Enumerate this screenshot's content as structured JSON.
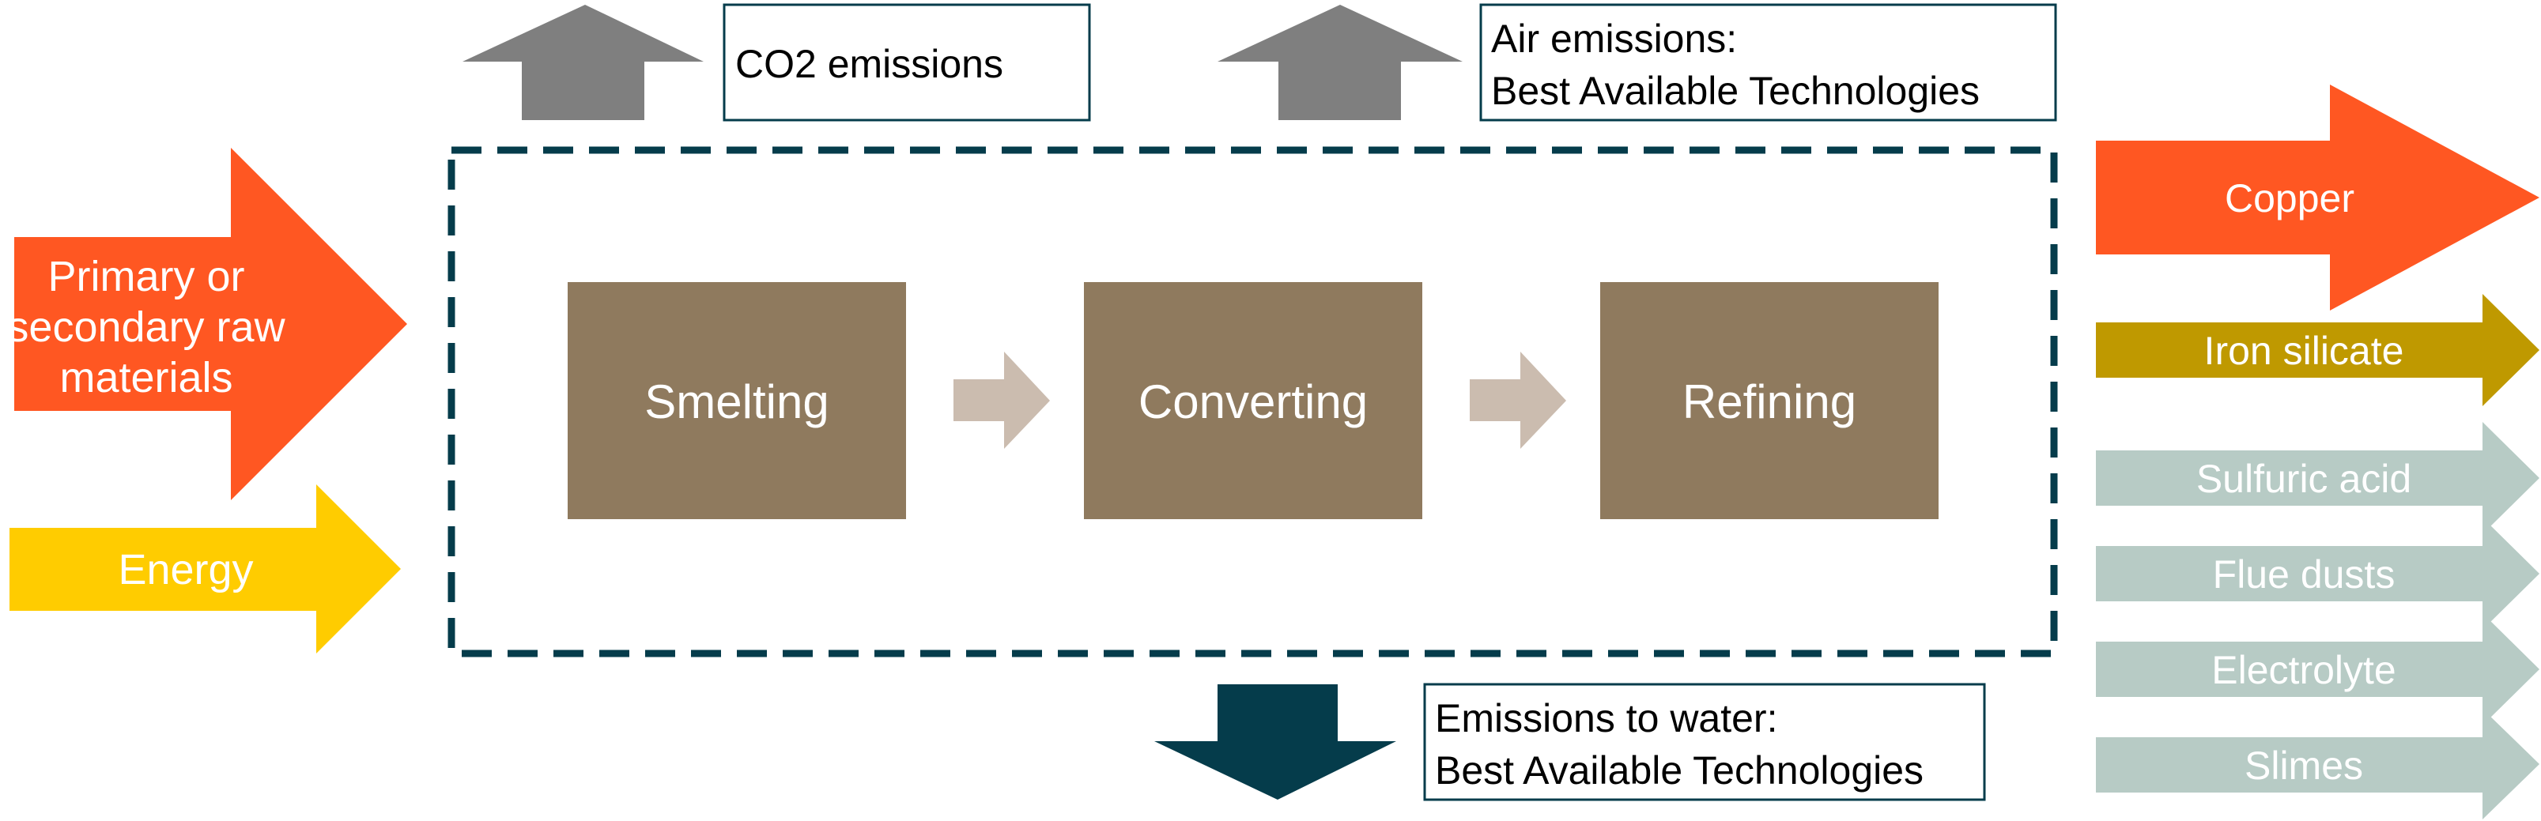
{
  "inputs": {
    "raw_materials": {
      "line1": "Primary or",
      "line2": "secondary raw",
      "line3": "materials",
      "color": "#FF5722"
    },
    "energy": {
      "label": "Energy",
      "color": "#FFCC00"
    }
  },
  "process": {
    "steps": [
      {
        "label": "Smelting"
      },
      {
        "label": "Converting"
      },
      {
        "label": "Refining"
      }
    ],
    "step_color": "#8F7A5E",
    "connector_color": "#CBBCAF",
    "boundary_color": "#053C4B"
  },
  "emissions": {
    "co2": {
      "label": "CO2 emissions",
      "arrow_color": "#7F7F7F"
    },
    "air": {
      "line1": "Air emissions:",
      "line2": "Best Available Technologies",
      "arrow_color": "#7F7F7F"
    },
    "water": {
      "line1": "Emissions to water:",
      "line2": "Best Available Technologies",
      "arrow_color": "#053C4B"
    },
    "box_border_color": "#053C4B"
  },
  "outputs": {
    "copper": {
      "label": "Copper",
      "color": "#FF5722"
    },
    "iron_silicate": {
      "label": "Iron silicate",
      "color": "#BF9900"
    },
    "byproducts": [
      {
        "label": "Sulfuric acid"
      },
      {
        "label": "Flue dusts"
      },
      {
        "label": "Electrolyte"
      },
      {
        "label": "Slimes"
      }
    ],
    "byproduct_color": "#B7CBC5"
  }
}
